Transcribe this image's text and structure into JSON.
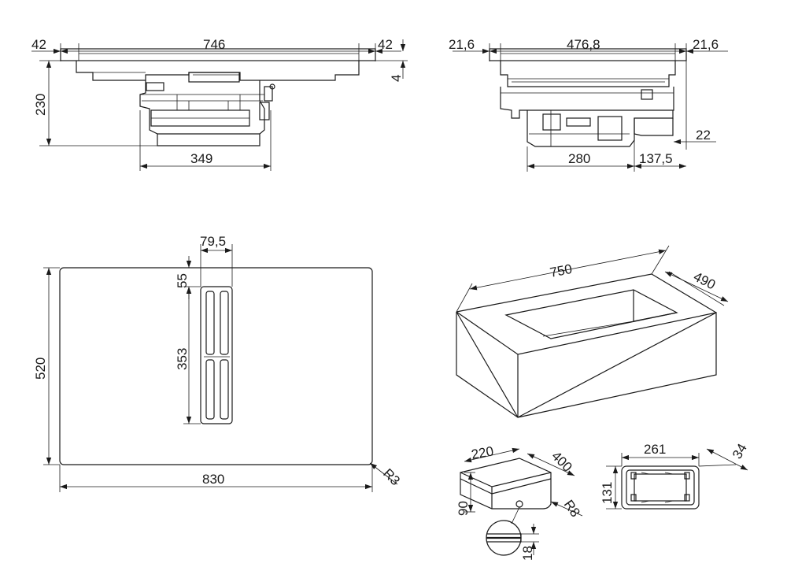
{
  "views": {
    "front_elevation": {
      "dims": {
        "left_margin": "42",
        "width": "746",
        "right_margin": "42",
        "glass_thickness": "4",
        "height": "230",
        "motor_width": "349"
      }
    },
    "side_elevation": {
      "dims": {
        "left_margin": "21,6",
        "width": "476,8",
        "right_margin": "21,6",
        "offset": "22",
        "motor_depth": "280",
        "rear_depth": "137,5"
      }
    },
    "top_view": {
      "dims": {
        "vent_width": "79,5",
        "vent_offset": "55",
        "vent_length": "353",
        "depth": "520",
        "width": "830",
        "corner_radius": "R3"
      }
    },
    "cutout": {
      "dims": {
        "width": "750",
        "depth": "490"
      }
    },
    "duct_flat": {
      "dims": {
        "width": "220",
        "depth": "400",
        "height": "90",
        "radius": "R8",
        "detail": "18"
      }
    },
    "duct_connector": {
      "dims": {
        "width": "261",
        "height": "131",
        "depth": "34"
      }
    }
  }
}
